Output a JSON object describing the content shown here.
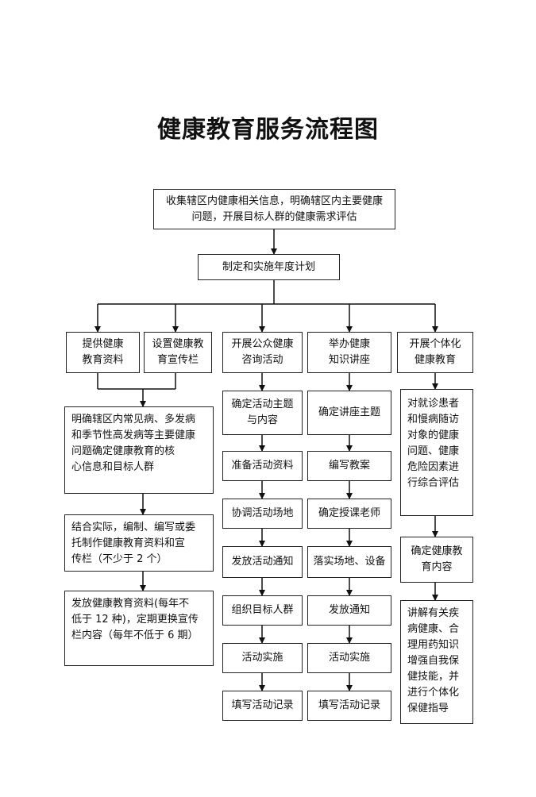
{
  "title": "健康教育服务流程图",
  "top": {
    "collect": "收集辖区内健康相关信息，明确辖区内主要健康\n问题，开展目标人群的健康需求评估",
    "plan": "制定和实施年度计划"
  },
  "col1": {
    "materials": "提供健康\n教育资料",
    "board": "设置健康教\n育宣传栏",
    "step1": "明确辖区内常见病、多发病\n和季节性高发病等主要健康\n问题确定健康教育的核\n心信息和目标人群",
    "step2": "结合实际，编制、编写或委\n托制作健康教育资料和宣\n传栏（不少于 2 个）",
    "step3": "发放健康教育资料(每年不\n低于 12 种)，定期更换宣传\n栏内容（每年不低于 6 期）"
  },
  "col2": {
    "head": "开展公众健康\n咨询活动",
    "steps": [
      "确定活动主题\n与内容",
      "准备活动资料",
      "协调活动场地",
      "发放活动通知",
      "组织目标人群",
      "活动实施",
      "填写活动记录"
    ]
  },
  "col3": {
    "head": "举办健康\n知识讲座",
    "steps": [
      "确定讲座主题",
      "编写教案",
      "确定授课老师",
      "落实场地、设备",
      "发放通知",
      "活动实施",
      "填写活动记录"
    ]
  },
  "col4": {
    "head": "开展个体化\n健康教育",
    "step1": "对就诊患者\n和慢病随访\n对象的健康\n问题、健康\n危险因素进\n行综合评估",
    "step2": "确定健康教\n育内容",
    "step3": "讲解有关疾\n病健康、合\n理用药知识\n增强自我保\n健技能，并\n进行个体化\n保健指导"
  }
}
